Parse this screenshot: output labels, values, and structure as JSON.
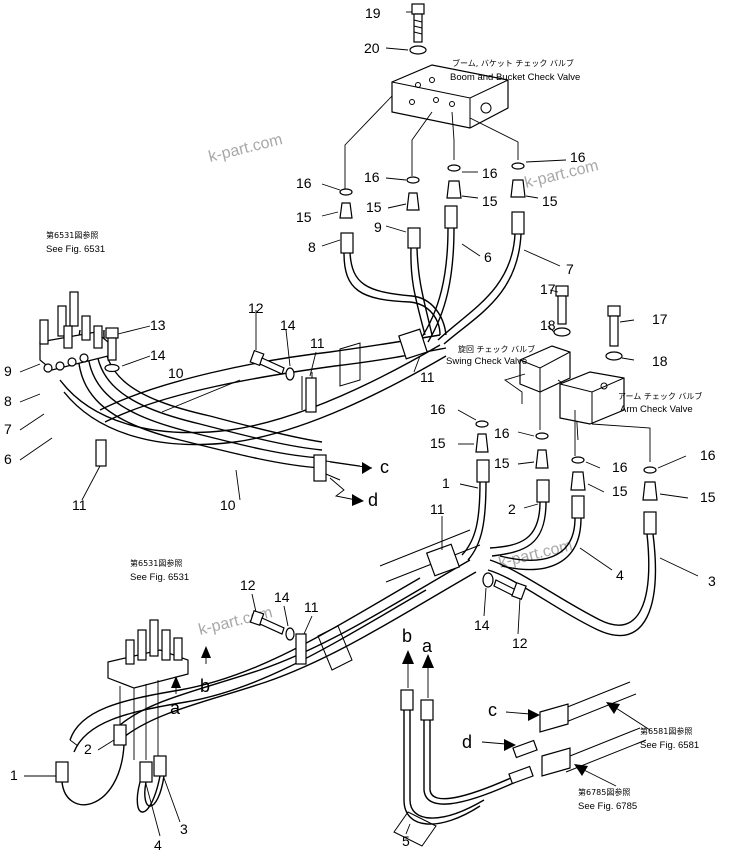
{
  "watermark": "k-part.com",
  "callouts": {
    "boom_bucket_valve_en": "Boom and Bucket Check Valve",
    "boom_bucket_valve_jp": "ブーム, バケット チェック バルブ",
    "swing_valve_en": "Swing Check Valve",
    "swing_valve_jp": "旋回 チェック バルブ",
    "arm_valve_en": "Arm Check Valve",
    "arm_valve_jp": "アーム チェック バルブ",
    "see_6531_en": "See Fig. 6531",
    "see_6531_jp": "第6531図参照",
    "see_6581_en": "See Fig. 6581",
    "see_6581_jp": "第6581図参照",
    "see_6785_en": "See Fig. 6785",
    "see_6785_jp": "第6785図参照"
  },
  "port_letters": {
    "a": "a",
    "b": "b",
    "c": "c",
    "d": "d"
  },
  "part_numbers": {
    "n1": "1",
    "n2": "2",
    "n3": "3",
    "n4": "4",
    "n5": "5",
    "n6": "6",
    "n7": "7",
    "n8": "8",
    "n9": "9",
    "n10": "10",
    "n11": "11",
    "n12": "12",
    "n13": "13",
    "n14": "14",
    "n15": "15",
    "n16": "16",
    "n17": "17",
    "n18": "18",
    "n19": "19",
    "n20": "20"
  }
}
